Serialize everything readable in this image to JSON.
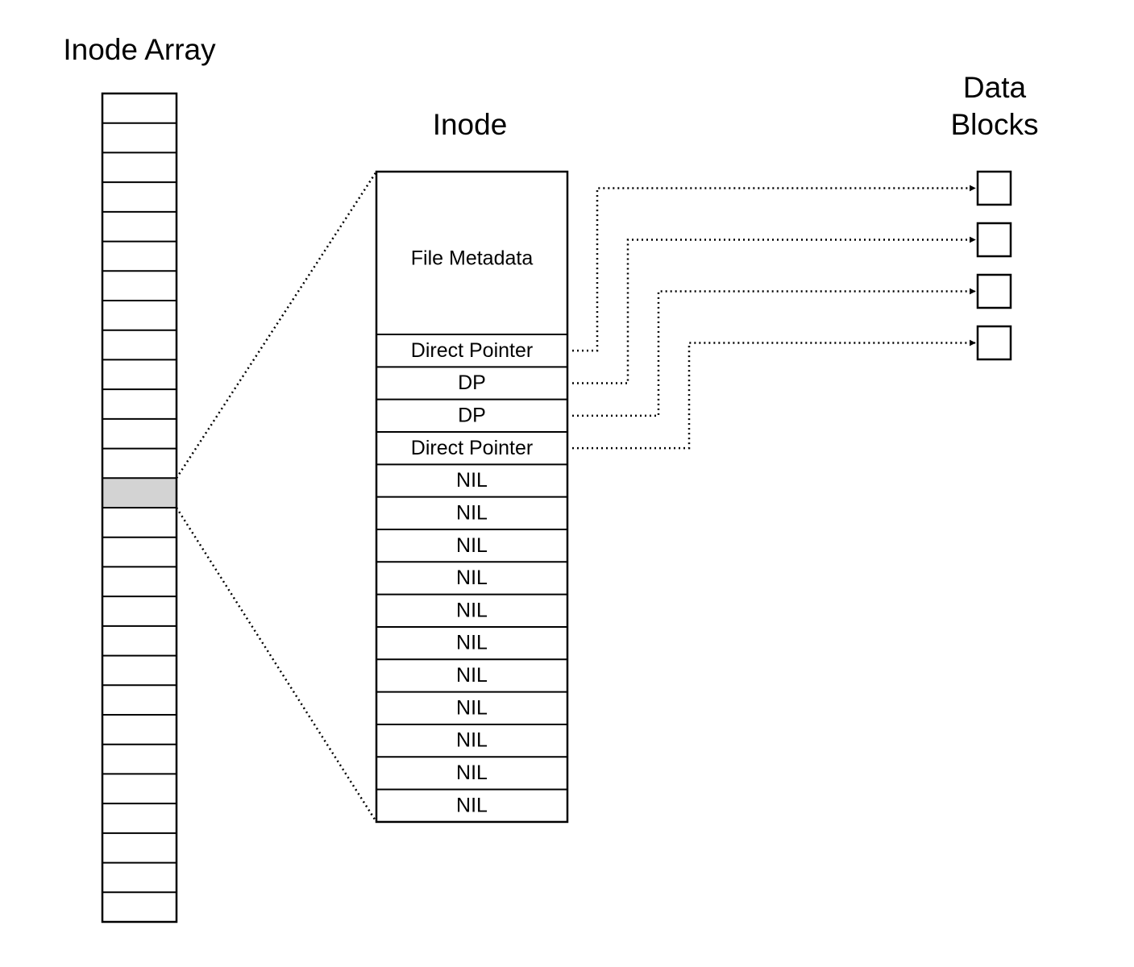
{
  "titles": {
    "inode_array": "Inode Array",
    "inode": "Inode",
    "data_blocks_line1": "Data",
    "data_blocks_line2": "Blocks"
  },
  "inode_array": {
    "slot_count": 28,
    "highlighted_slot": 13,
    "highlight_color": "#d3d3d3"
  },
  "inode": {
    "metadata_label": "File Metadata",
    "pointers": [
      "Direct Pointer",
      "DP",
      "DP",
      "Direct Pointer",
      "NIL",
      "NIL",
      "NIL",
      "NIL",
      "NIL",
      "NIL",
      "NIL",
      "NIL",
      "NIL",
      "NIL",
      "NIL"
    ]
  },
  "data_blocks": {
    "count": 4
  },
  "links": [
    {
      "from_pointer": 0,
      "to_block": 0
    },
    {
      "from_pointer": 1,
      "to_block": 1
    },
    {
      "from_pointer": 2,
      "to_block": 2
    },
    {
      "from_pointer": 3,
      "to_block": 3
    }
  ]
}
